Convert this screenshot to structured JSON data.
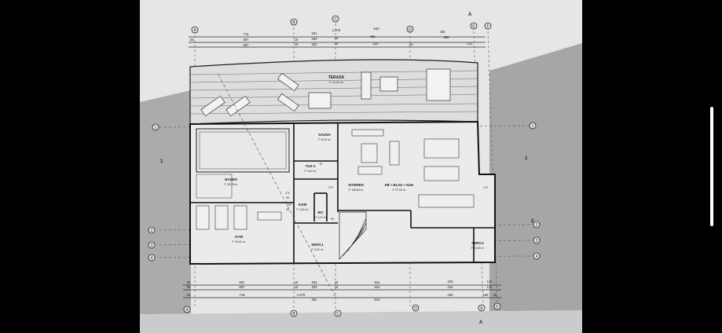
{
  "viewer": {
    "background": "#000000",
    "paper_color": "#e4e6e8",
    "shadow_color": "#a4a6a8",
    "line_color": "#2a2a2a"
  },
  "plan": {
    "grid_axes_top": [
      "A",
      "B",
      "C",
      "D",
      "E",
      "F"
    ],
    "grid_axes_bottom": [
      "A",
      "B",
      "C",
      "D",
      "E",
      "F"
    ],
    "grid_axes_side": [
      "1",
      "2",
      "3",
      "4"
    ],
    "section_marks": {
      "top": "A",
      "right_1": "1",
      "right_2": "2",
      "left_1": "1",
      "bottom": "A"
    },
    "dims_top_row1": [
      "716",
      "281",
      "1.079",
      "543",
      "435"
    ],
    "dims_top_row2": [
      "25",
      "697",
      "18",
      "263",
      "18",
      "456",
      "388"
    ],
    "dims_top_row3": [
      "697",
      "18",
      "263",
      "18",
      "524",
      "18",
      "131"
    ],
    "dims_bottom_row1": [
      "25",
      "697",
      "18",
      "263",
      "18",
      "524",
      "425",
      "131"
    ],
    "dims_bottom_row2": [
      "25",
      "697",
      "18",
      "263",
      "18",
      "524",
      "412",
      "131"
    ],
    "dims_bottom_row3": [
      "25",
      "716",
      "1.079",
      "281",
      "543",
      "425",
      "165",
      "35"
    ],
    "rooms": {
      "terasa": {
        "name": "TERASA",
        "area": "P: 91,00 m²"
      },
      "sauna": {
        "name": "SAUNA",
        "area": "P: 8,33 m²"
      },
      "tus": {
        "name": "TUS 2",
        "area": "P: 3,84 m²"
      },
      "bazen": {
        "name": "BAZEN",
        "area": "P: 28,29 m²"
      },
      "kom": {
        "name": "KOM",
        "area": "P: 4,90 m²"
      },
      "wc": {
        "name": "WC",
        "area": "P: 2,07 m²"
      },
      "stiteren": {
        "name": "SITEREN",
        "area": "P: 168,80 m²"
      },
      "db": {
        "name": "DB + BLAG + KUH",
        "area": "P: 57,00 m²"
      },
      "gym": {
        "name": "GYM",
        "area": "P: 26,61 m²"
      },
      "serv1": {
        "name": "SERV.1",
        "area": "P: 6,52 m²"
      },
      "serv2": {
        "name": "SERV.2",
        "area": "P: 10,55 m²"
      }
    },
    "small_dims": [
      "270",
      "95",
      "270",
      "95",
      "270",
      "75",
      "270",
      "95"
    ]
  }
}
